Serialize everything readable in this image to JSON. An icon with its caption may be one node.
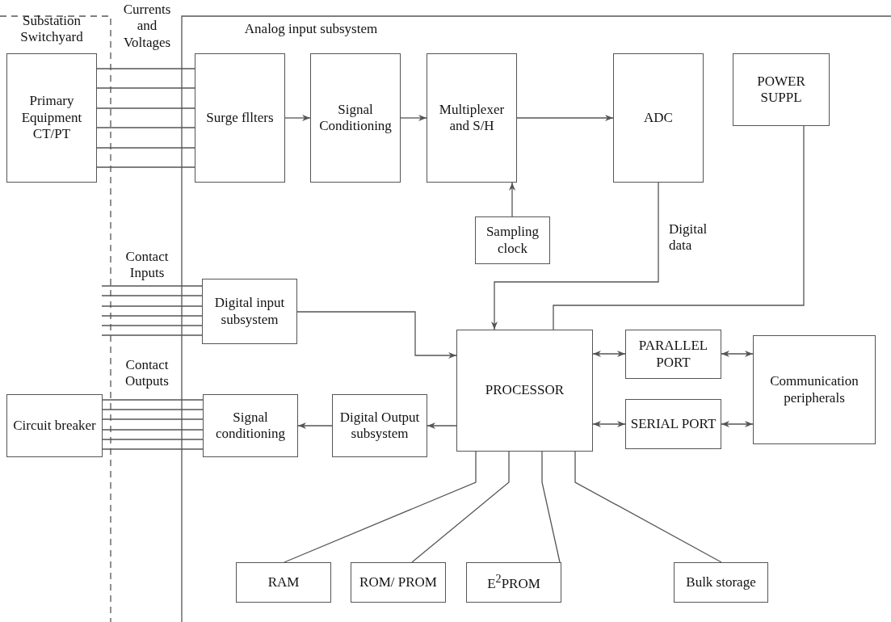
{
  "diagram": {
    "nodes": [
      {
        "text": [
          "Primary Equipment CT/PT"
        ]
      },
      {
        "text": [
          "Surge fllters"
        ]
      },
      {
        "text": [
          "Signal Conditioning"
        ]
      },
      {
        "text": [
          "Multiplexer and S/H"
        ]
      },
      {
        "text": [
          "ADC"
        ]
      },
      {
        "text": [
          "POWER SUPPL"
        ]
      },
      {
        "text": [
          "Sampling clock"
        ]
      },
      {
        "text": [
          "Digital input subsystem"
        ]
      },
      {
        "text": [
          "PROCESSOR"
        ]
      },
      {
        "text": [
          "PARALLEL PORT"
        ]
      },
      {
        "text": [
          "SERIAL PORT"
        ]
      },
      {
        "text": [
          "Communication peripherals"
        ]
      },
      {
        "text": [
          "Circuit breaker"
        ]
      },
      {
        "text": [
          "Signal conditioning"
        ]
      },
      {
        "text": [
          "Digital Output subsystem"
        ]
      },
      {
        "text": [
          "RAM"
        ]
      },
      {
        "text": [
          "ROM/ PROM"
        ]
      },
      {
        "text": [
          "E$^{2}$PROM"
        ]
      },
      {
        "text": [
          "Bulk storage"
        ]
      }
    ],
    "edges": [
      {
        "from": 0,
        "to": 1,
        "arrow": "none"
      },
      {
        "from": 0,
        "to": 1,
        "arrow": "none"
      },
      {
        "from": 0,
        "to": 1,
        "arrow": "none"
      },
      {
        "from": 0,
        "to": 1,
        "arrow": "none"
      },
      {
        "from": 0,
        "to": 1,
        "arrow": "none"
      },
      {
        "from": 0,
        "to": 1,
        "arrow": "none"
      },
      {
        "from": 1,
        "to": 2,
        "arrow": "to"
      },
      {
        "from": 2,
        "to": 3,
        "arrow": "to"
      },
      {
        "from": 3,
        "to": 4,
        "arrow": "to"
      },
      {
        "from": 6,
        "to": 3,
        "arrow": "to"
      },
      {
        "from": 4,
        "to": 8,
        "arrow": "to",
        "label": "Digital data"
      },
      {
        "from": 5,
        "to": 8,
        "arrow": "none"
      },
      {
        "from": 7,
        "to": 8,
        "arrow": "to"
      },
      {
        "from": null,
        "to": 7,
        "arrow": "none"
      },
      {
        "from": null,
        "to": 7,
        "arrow": "none"
      },
      {
        "from": null,
        "to": 7,
        "arrow": "none"
      },
      {
        "from": null,
        "to": 7,
        "arrow": "none"
      },
      {
        "from": null,
        "to": 7,
        "arrow": "none"
      },
      {
        "from": null,
        "to": 7,
        "arrow": "none"
      },
      {
        "from": 8,
        "to": 14,
        "arrow": "to"
      },
      {
        "from": 14,
        "to": 13,
        "arrow": "to"
      },
      {
        "from": 12,
        "to": 13,
        "arrow": "none"
      },
      {
        "from": 12,
        "to": 13,
        "arrow": "none"
      },
      {
        "from": 12,
        "to": 13,
        "arrow": "none"
      },
      {
        "from": 12,
        "to": 13,
        "arrow": "none"
      },
      {
        "from": 12,
        "to": 13,
        "arrow": "none"
      },
      {
        "from": 12,
        "to": 13,
        "arrow": "none"
      },
      {
        "from": 8,
        "to": 9,
        "arrow": "both"
      },
      {
        "from": 9,
        "to": 11,
        "arrow": "both"
      },
      {
        "from": 8,
        "to": 10,
        "arrow": "both"
      },
      {
        "from": 10,
        "to": 11,
        "arrow": "both"
      },
      {
        "from": 8,
        "to": 15,
        "arrow": "none"
      },
      {
        "from": 8,
        "to": 16,
        "arrow": "none"
      },
      {
        "from": 8,
        "to": 17,
        "arrow": "none"
      },
      {
        "from": 8,
        "to": 18,
        "arrow": "none"
      }
    ],
    "labels": [
      "Substation Switchyard",
      "Currents and Voltages",
      "Analog input subsystem",
      "Contact Inputs",
      "Contact Outputs"
    ]
  }
}
